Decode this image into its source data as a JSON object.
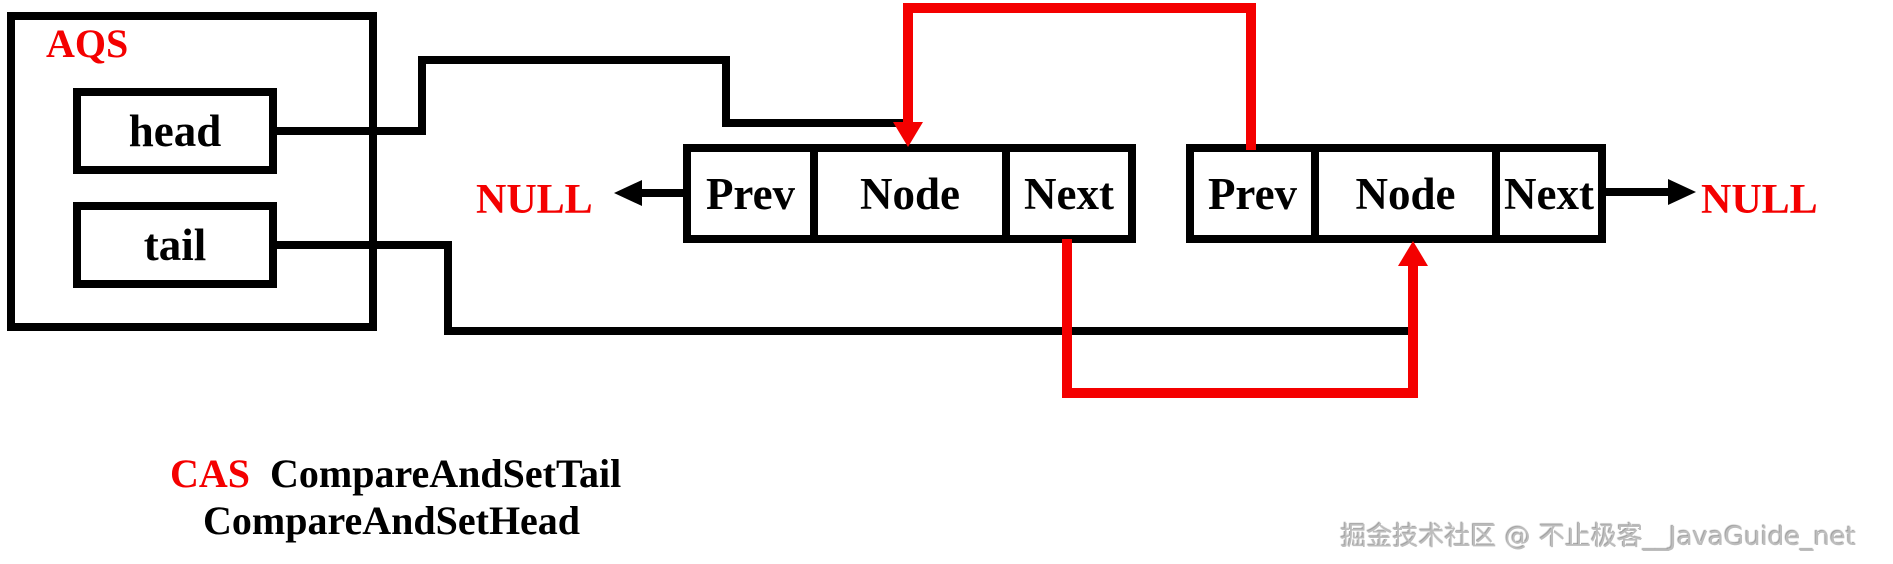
{
  "diagram": {
    "aqs": {
      "title": "AQS",
      "head_label": "head",
      "tail_label": "tail"
    },
    "node1": {
      "prev": "Prev",
      "node": "Node",
      "next": "Next"
    },
    "node2": {
      "prev": "Prev",
      "node": "Node",
      "next": "Next"
    },
    "null_left": "NULL",
    "null_right": "NULL",
    "caption": {
      "cas": "CAS",
      "set_tail": "CompareAndSetTail",
      "set_head": "CompareAndSetHead"
    },
    "watermark": "掘金技术社区 @ 不止极客__JavaGuide_net",
    "colors": {
      "line_black": "#000000",
      "accent_red": "#f40000",
      "watermark_gray": "#bdbdbd",
      "background": "#ffffff"
    }
  }
}
